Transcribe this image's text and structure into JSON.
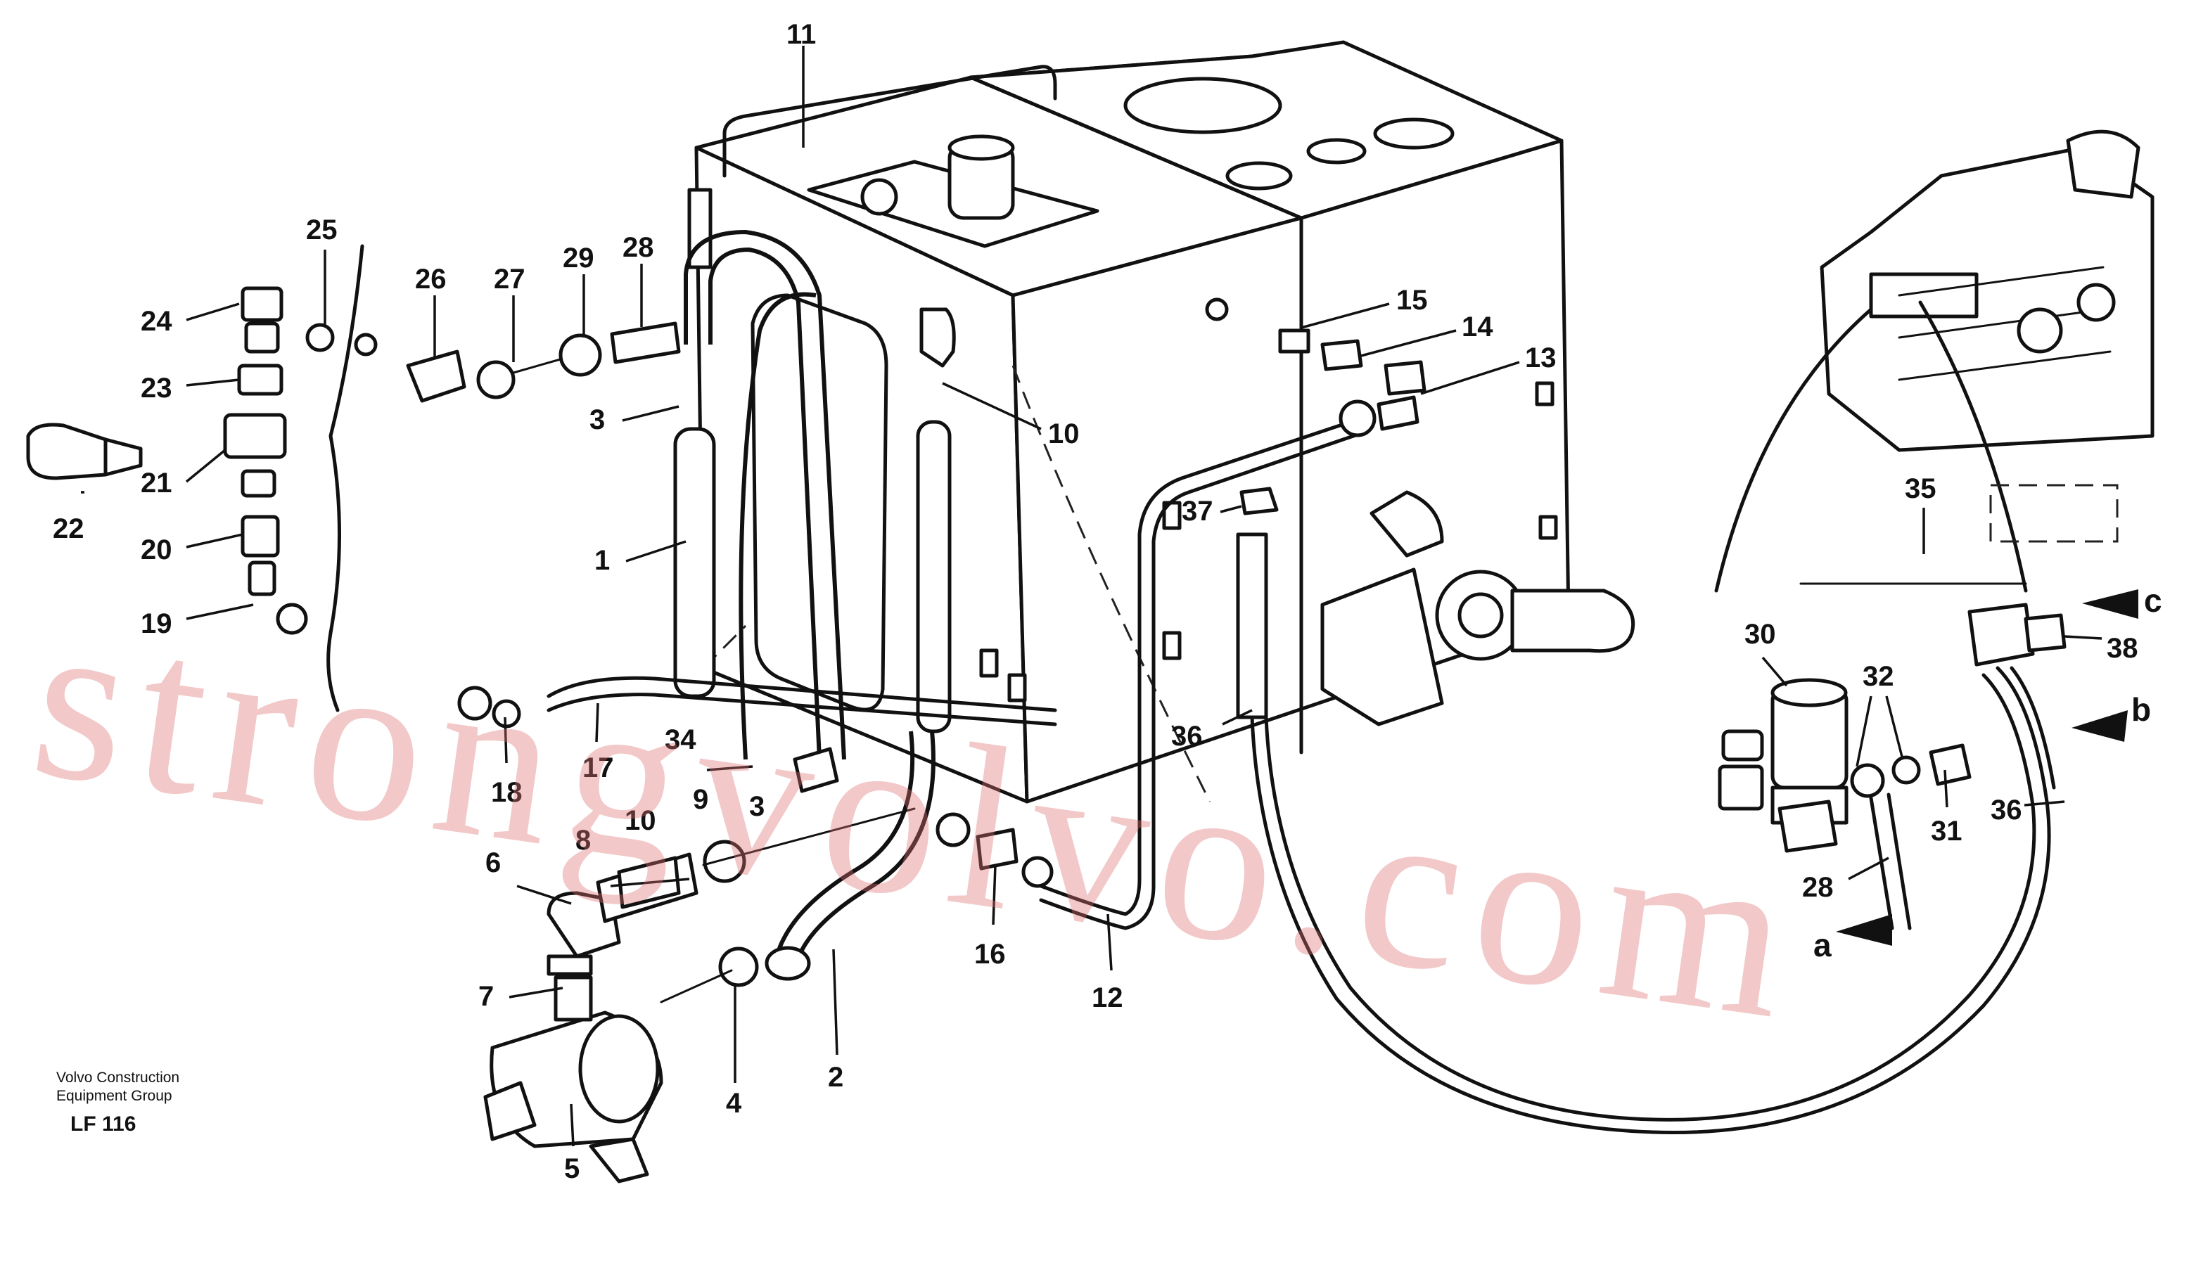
{
  "footer": {
    "line1": "Volvo Construction",
    "line2": "Equipment Group",
    "code": "LF 116"
  },
  "watermark": "strongvolvo.com",
  "callouts": [
    {
      "id": "c11",
      "text": "11"
    },
    {
      "id": "c25",
      "text": "25"
    },
    {
      "id": "c24",
      "text": "24"
    },
    {
      "id": "c23",
      "text": "23"
    },
    {
      "id": "c21",
      "text": "21"
    },
    {
      "id": "c22",
      "text": "22"
    },
    {
      "id": "c20",
      "text": "20"
    },
    {
      "id": "c19",
      "text": "19"
    },
    {
      "id": "c26",
      "text": "26"
    },
    {
      "id": "c27",
      "text": "27"
    },
    {
      "id": "c29",
      "text": "29"
    },
    {
      "id": "c28a",
      "text": "28"
    },
    {
      "id": "c3a",
      "text": "3"
    },
    {
      "id": "c1",
      "text": "1"
    },
    {
      "id": "c10a",
      "text": "10"
    },
    {
      "id": "c15",
      "text": "15"
    },
    {
      "id": "c14",
      "text": "14"
    },
    {
      "id": "c13",
      "text": "13"
    },
    {
      "id": "c37",
      "text": "37"
    },
    {
      "id": "c35",
      "text": "35"
    },
    {
      "id": "c30",
      "text": "30"
    },
    {
      "id": "c32",
      "text": "32"
    },
    {
      "id": "c38",
      "text": "38"
    },
    {
      "id": "c31",
      "text": "31"
    },
    {
      "id": "c36a",
      "text": "36"
    },
    {
      "id": "c36b",
      "text": "36"
    },
    {
      "id": "c28b",
      "text": "28"
    },
    {
      "id": "c18",
      "text": "18"
    },
    {
      "id": "c17",
      "text": "17"
    },
    {
      "id": "c34",
      "text": "34"
    },
    {
      "id": "c9",
      "text": "9"
    },
    {
      "id": "c3b",
      "text": "3"
    },
    {
      "id": "c10b",
      "text": "10"
    },
    {
      "id": "c8",
      "text": "8"
    },
    {
      "id": "c6",
      "text": "6"
    },
    {
      "id": "c7",
      "text": "7"
    },
    {
      "id": "c16",
      "text": "16"
    },
    {
      "id": "c12",
      "text": "12"
    },
    {
      "id": "c4",
      "text": "4"
    },
    {
      "id": "c2",
      "text": "2"
    },
    {
      "id": "c5",
      "text": "5"
    }
  ],
  "connection_marks": [
    {
      "id": "mc",
      "text": "c"
    },
    {
      "id": "mb",
      "text": "b"
    },
    {
      "id": "ma",
      "text": "a"
    }
  ]
}
